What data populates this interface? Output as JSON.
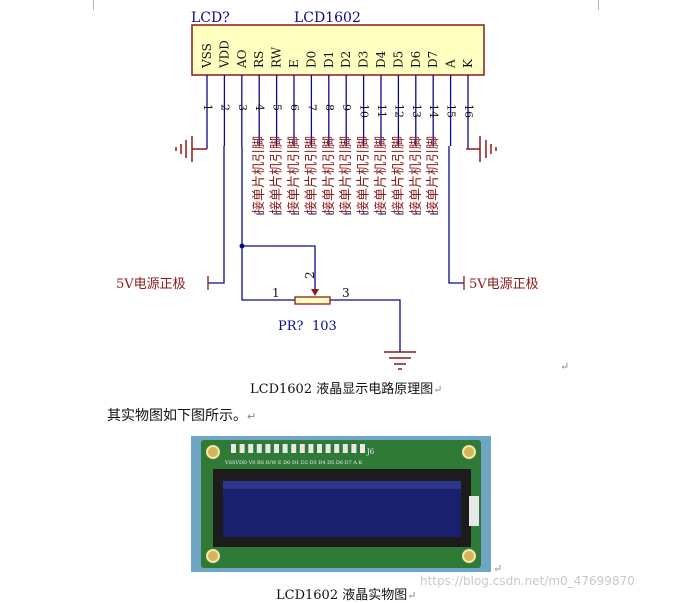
{
  "schematic": {
    "designator": "LCD?",
    "part_name": "LCD1602",
    "pin_names": [
      "VSS",
      "VDD",
      "AO",
      "RS",
      "RW",
      "E",
      "D0",
      "D1",
      "D2",
      "D3",
      "D4",
      "D5",
      "D6",
      "D7",
      "A",
      "K"
    ],
    "pin_numbers": [
      "1",
      "2",
      "3",
      "4",
      "5",
      "6",
      "7",
      "8",
      "9",
      "10",
      "11",
      "12",
      "13",
      "14",
      "15",
      "16"
    ],
    "mcu_label": "接单片机引脚",
    "vcc_label_left": "5V电源正极",
    "vcc_label_right": "5V电源正极",
    "pot_designator": "PR?",
    "pot_value": "103",
    "pot_pin_1": "1",
    "pot_pin_2": "2",
    "pot_pin_3": "3",
    "colors": {
      "wire": "#0a0a8c",
      "label": "#8b1a1a",
      "component_fill": "#ffffc0",
      "component_stroke": "#8b1a1a"
    }
  },
  "caption_schematic": "LCD1602 液晶显示电路原理图",
  "body_text": "其实物图如下图所示。",
  "photo": {
    "silk_pins": "VSSVDD V0  RS  R/W  E   D0  D1  D2  D3  D4  D5  D6  D7   A   K",
    "silk_ref": "J6"
  },
  "caption_photo": "LCD1602 液晶实物图",
  "return_mark": "↵",
  "watermark": "https://blog.csdn.net/m0_47699870"
}
